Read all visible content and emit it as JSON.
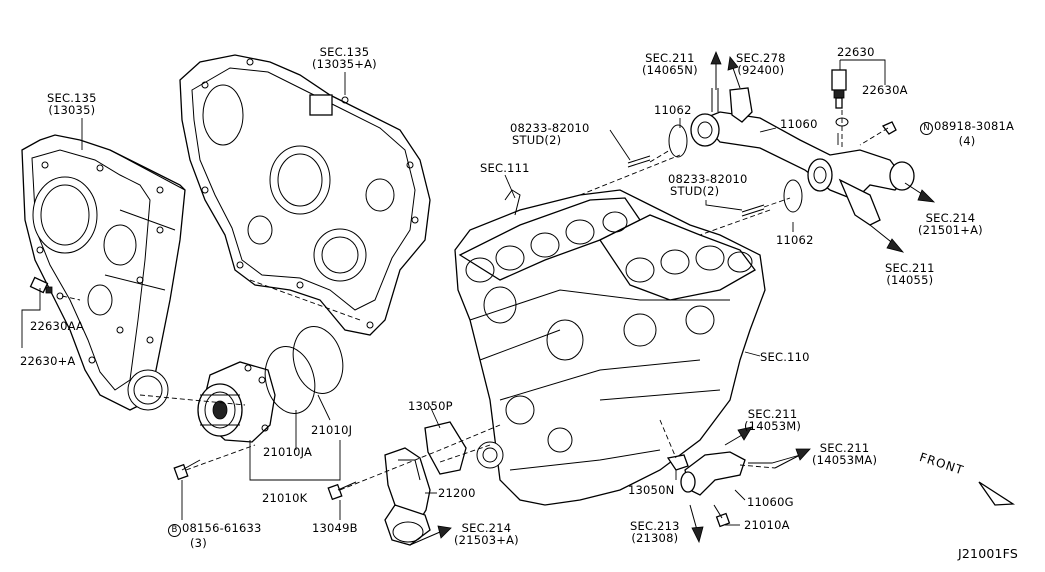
{
  "labels": {
    "sec135_left": {
      "line1": "SEC.135",
      "line2": "(13035)"
    },
    "sec135_top": {
      "line1": "SEC.135",
      "line2": "(13035+A)"
    },
    "sec211_14065n": {
      "line1": "SEC.211",
      "line2": "(14065N)"
    },
    "sec278": {
      "line1": "SEC.278",
      "line2": "(92400)"
    },
    "p22630": "22630",
    "p22630a": "22630A",
    "p11062_top": "11062",
    "p11060": "11060",
    "p08918": {
      "prefix": "N",
      "line1": "08918-3081A",
      "line2": "(4)"
    },
    "stud_top": {
      "line1": "08233-82010",
      "line2": "STUD(2)"
    },
    "stud_mid": {
      "line1": "08233-82010",
      "line2": "STUD(2)"
    },
    "sec111": "SEC.111",
    "sec214_21501": {
      "line1": "SEC.214",
      "line2": "(21501+A)"
    },
    "p11062_mid": "11062",
    "sec211_14055": {
      "line1": "SEC.211",
      "line2": "(14055)"
    },
    "p22630aa": "22630AA",
    "p22630_a": "22630+A",
    "sec110": "SEC.110",
    "p13050p": "13050P",
    "p21010j": "21010J",
    "p21010ja": "21010JA",
    "p21010k": "21010K",
    "sec211_14053m": {
      "line1": "SEC.211",
      "line2": "(14053M)"
    },
    "sec211_14053ma": {
      "line1": "SEC.211",
      "line2": "(14053MA)"
    },
    "front": "FRONT",
    "p21200": "21200",
    "p13050n": "13050N",
    "p11060g": "11060G",
    "p13049b": "13049B",
    "sec214_21503": {
      "line1": "SEC.214",
      "line2": "(21503+A)"
    },
    "sec213": {
      "line1": "SEC.213",
      "line2": "(21308)"
    },
    "p21010a": "21010A",
    "p08156": {
      "prefix": "B",
      "line1": "08156-61633",
      "line2": "(3)"
    },
    "diagram_code": "J21001FS"
  },
  "colors": {
    "ink": "#000000",
    "paper": "#ffffff"
  }
}
